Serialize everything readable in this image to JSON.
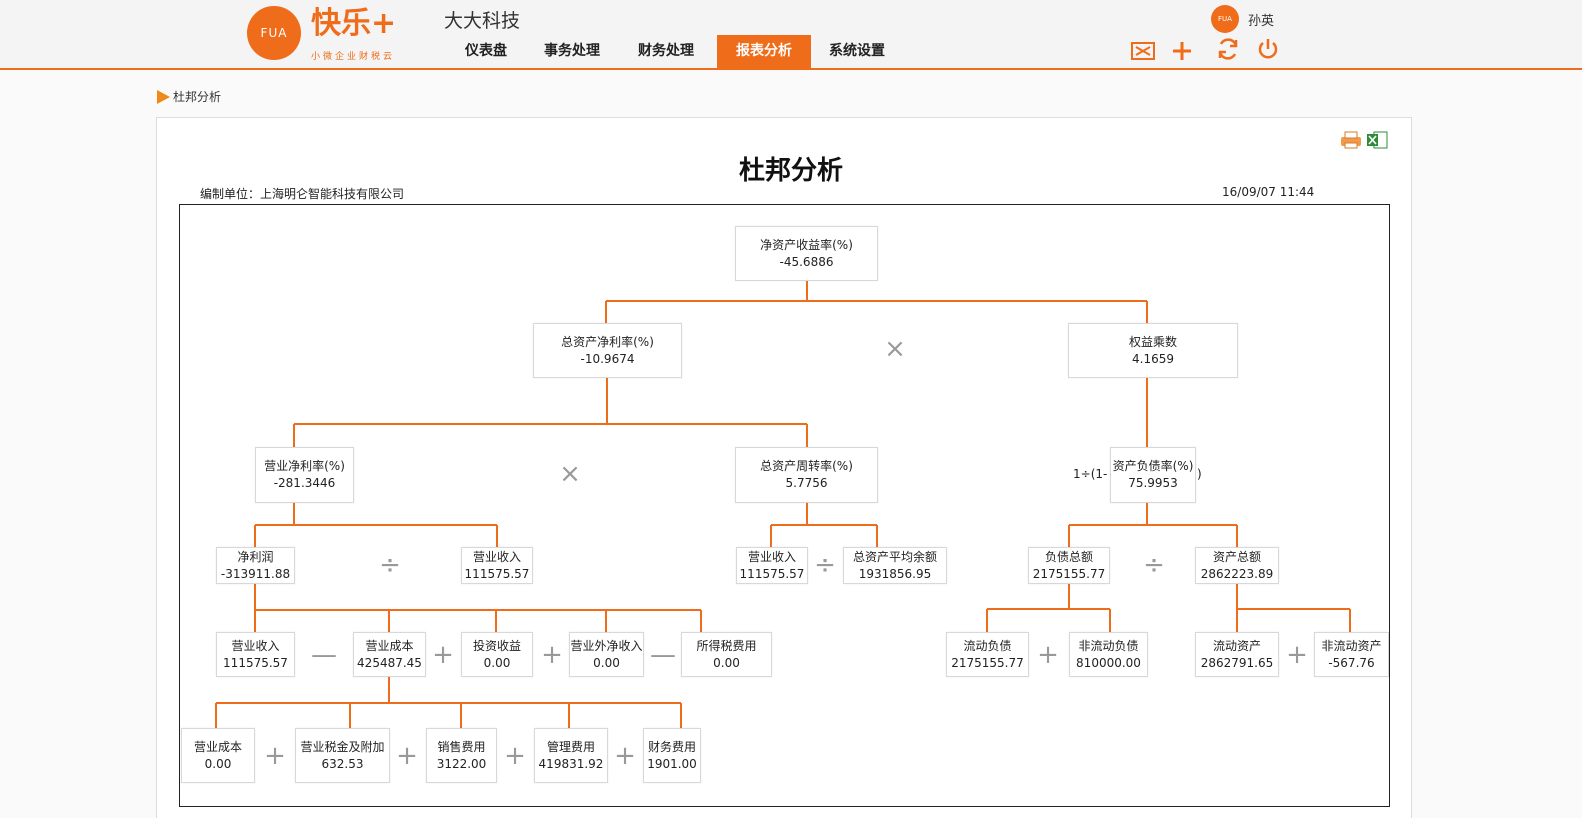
{
  "app": {
    "logo_mark": "FUA",
    "logo_word": "快乐+",
    "logo_slogan": "小微企业财税云",
    "company": "大大科技"
  },
  "nav": [
    {
      "label": "仪表盘",
      "active": false
    },
    {
      "label": "事务处理",
      "active": false
    },
    {
      "label": "财务处理",
      "active": false
    },
    {
      "label": "报表分析",
      "active": true
    },
    {
      "label": "系统设置",
      "active": false
    }
  ],
  "user": {
    "avatar_text": "FUA",
    "name": "孙英"
  },
  "header_icons": [
    "mail-icon",
    "plus-icon",
    "refresh-icon",
    "power-icon"
  ],
  "breadcrumb": "杜邦分析",
  "report": {
    "title": "杜邦分析",
    "unit": "编制单位：上海明仑智能科技有限公司",
    "time": "16/09/07 11:44"
  },
  "nodes": {
    "roe": {
      "label": "净资产收益率(%)",
      "value": "-45.6886"
    },
    "roa": {
      "label": "总资产净利率(%)",
      "value": "-10.9674"
    },
    "em": {
      "label": "权益乘数",
      "value": "4.1659"
    },
    "npm": {
      "label": "营业净利率(%)",
      "value": "-281.3446"
    },
    "ato": {
      "label": "总资产周转率(%)",
      "value": "5.7756"
    },
    "dar": {
      "label": "资产负债率(%)",
      "value": "75.9953"
    },
    "np": {
      "label": "净利润",
      "value": "-313911.88"
    },
    "rev1": {
      "label": "营业收入",
      "value": "111575.57"
    },
    "rev2": {
      "label": "营业收入",
      "value": "111575.57"
    },
    "avg_assets": {
      "label": "总资产平均余额",
      "value": "1931856.95"
    },
    "tl": {
      "label": "负债总额",
      "value": "2175155.77"
    },
    "ta": {
      "label": "资产总额",
      "value": "2862223.89"
    },
    "rev3": {
      "label": "营业收入",
      "value": "111575.57"
    },
    "cost_total": {
      "label": "营业成本",
      "value": "425487.45"
    },
    "invest": {
      "label": "投资收益",
      "value": "0.00"
    },
    "non_op": {
      "label": "营业外净收入",
      "value": "0.00"
    },
    "tax": {
      "label": "所得税费用",
      "value": "0.00"
    },
    "cl": {
      "label": "流动负债",
      "value": "2175155.77"
    },
    "ncl": {
      "label": "非流动负债",
      "value": "810000.00"
    },
    "ca": {
      "label": "流动资产",
      "value": "2862791.65"
    },
    "nca": {
      "label": "非流动资产",
      "value": "-567.76"
    },
    "op_cost": {
      "label": "营业成本",
      "value": "0.00"
    },
    "biz_tax": {
      "label": "营业税金及附加",
      "value": "632.53"
    },
    "sell": {
      "label": "销售费用",
      "value": "3122.00"
    },
    "admin": {
      "label": "管理费用",
      "value": "419831.92"
    },
    "fin": {
      "label": "财务费用",
      "value": "1901.00"
    }
  },
  "formula": {
    "prefix": "1÷(1-",
    "suffix": ")"
  },
  "operators": {
    "times": "×",
    "divide": "÷",
    "plus": "+",
    "minus": "—"
  },
  "colors": {
    "accent": "#ef6c1a"
  }
}
